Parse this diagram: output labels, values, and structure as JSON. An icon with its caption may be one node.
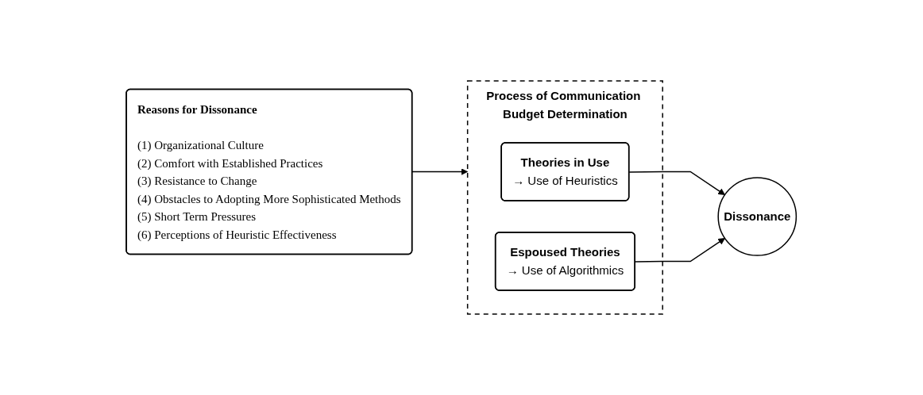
{
  "diagram": {
    "nodes": [
      {
        "text": [
          "Reasons for Dissonance",
          "(1) Organizational Culture",
          "(2) Comfort with Established Practices",
          "(3) Resistance to Change",
          "(4) Obstacles to Adopting More Sophisticated Methods",
          "(5) Short Term Pressures",
          "(6) Perceptions of Heuristic Effectiveness"
        ]
      },
      {
        "text": [
          "Process of Communication Budget Determination"
        ]
      },
      {
        "text": [
          "Theories in Use",
          "→ Use of Heuristics"
        ],
        "in": 1
      },
      {
        "text": [
          "Espoused Theories",
          "→ Use of Algorithmics"
        ],
        "in": 1
      },
      {
        "text": [
          "Dissonance"
        ]
      }
    ],
    "edges": [
      {
        "from": 0,
        "to": 1,
        "arrow": "to"
      },
      {
        "from": 2,
        "to": 4,
        "arrow": "to"
      },
      {
        "from": 3,
        "to": 4,
        "arrow": "to"
      }
    ]
  }
}
